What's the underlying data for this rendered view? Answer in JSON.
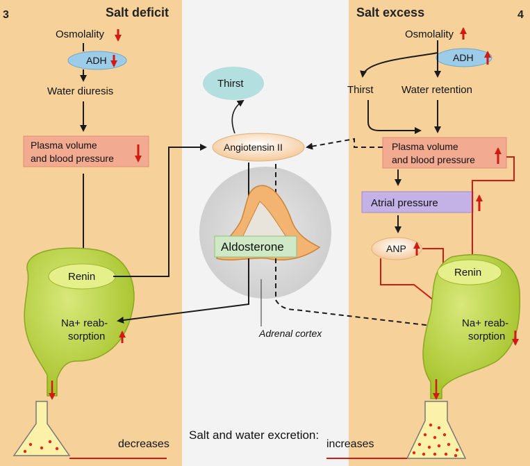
{
  "panels": {
    "left": {
      "number": "3",
      "title": "Salt deficit"
    },
    "right": {
      "number": "4",
      "title": "Salt excess"
    }
  },
  "nodes": {
    "left_osmolality": "Osmolality",
    "left_adh": "ADH",
    "left_water_diuresis": "Water diuresis",
    "left_plasma_line1": "Plasma volume",
    "left_plasma_line2": "and blood pressure",
    "left_renin": "Renin",
    "left_na_line1": "Na+ reab-",
    "left_na_line2": "sorption",
    "thirst_left": "Thirst",
    "angiotensin": "Angiotensin II",
    "aldosterone": "Aldosterone",
    "adrenal_cortex": "Adrenal cortex",
    "right_osmolality": "Osmolality",
    "right_adh": "ADH",
    "right_thirst": "Thirst",
    "right_water_retention": "Water retention",
    "right_plasma_line1": "Plasma volume",
    "right_plasma_line2": "and blood pressure",
    "atrial_pressure": "Atrial pressure",
    "anp": "ANP",
    "right_renin": "Renin",
    "right_na_line1": "Na+ reab-",
    "right_na_line2": "sorption"
  },
  "footer": {
    "left_label": "decreases",
    "center_label": "Salt and water excretion:",
    "right_label": "increases"
  },
  "colors": {
    "orange_panel": "#f6d29a",
    "red_arrow": "#d01a12",
    "kidney_green": "#b7d33a",
    "plasma_pink": "#f2aa90",
    "atrial_purple": "#c4b2e6",
    "adh_blue": "#9ccce8",
    "thirst_teal": "#b4dfe0",
    "aldosterone_green": "#cfe8c6"
  }
}
